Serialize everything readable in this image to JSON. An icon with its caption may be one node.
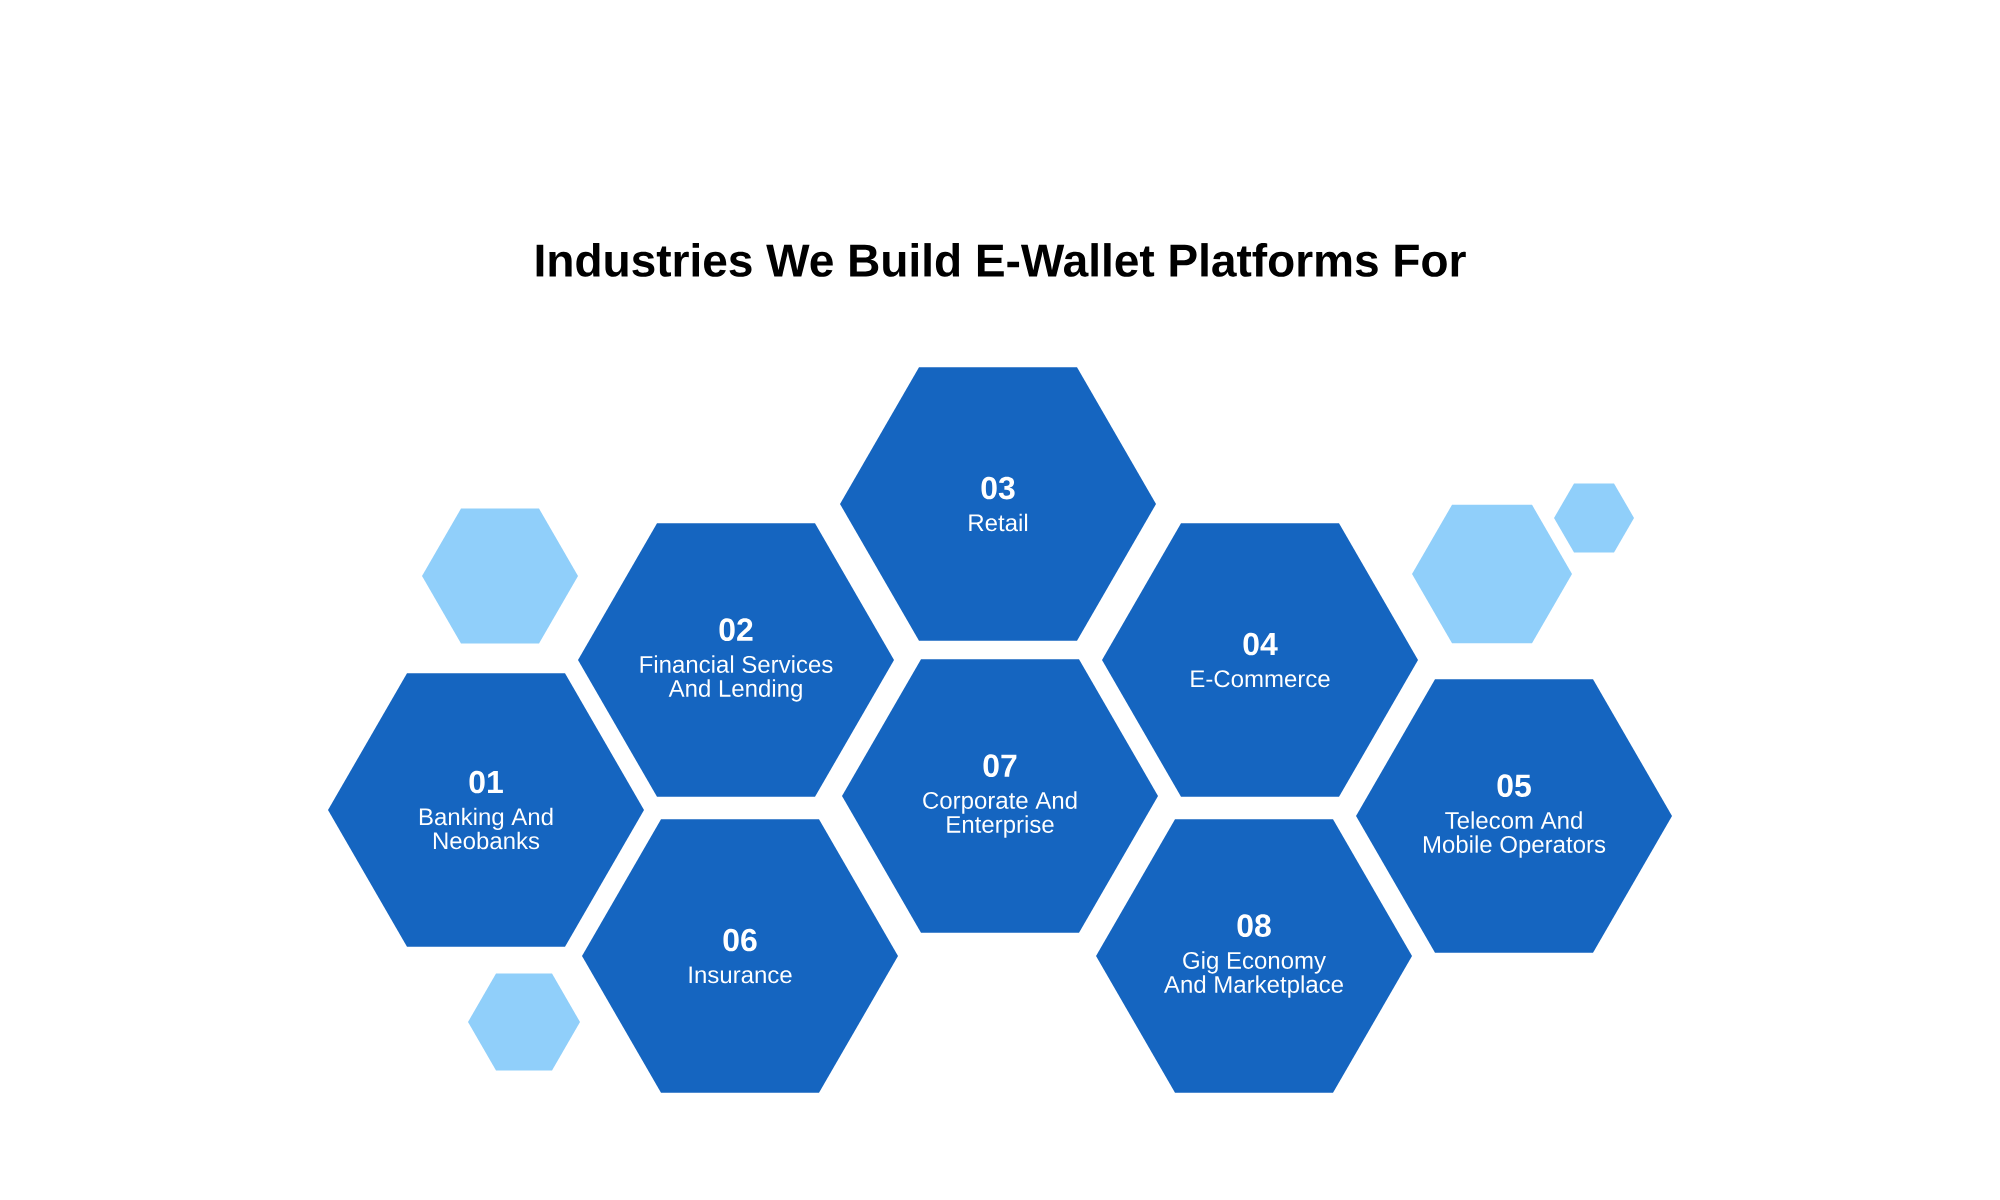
{
  "diagram": {
    "title": "Industries We Build E-Wallet Platforms For",
    "nodes": [
      {
        "text": [
          "01",
          "Banking And Neobanks"
        ]
      },
      {
        "text": [
          "02",
          "Financial Services And Lending"
        ]
      },
      {
        "text": [
          "03",
          "Retail"
        ]
      },
      {
        "text": [
          "04",
          "E-Commerce"
        ]
      },
      {
        "text": [
          "05",
          "Telecom And Mobile Operators"
        ]
      },
      {
        "text": [
          "06",
          "Insurance"
        ]
      },
      {
        "text": [
          "07",
          "Corporate And Enterprise"
        ]
      },
      {
        "text": [
          "08",
          "Gig Economy And Marketplace"
        ]
      },
      {
        "text": [],
        "shape": "hexagon"
      },
      {
        "text": [],
        "shape": "hexagon"
      },
      {
        "text": [],
        "shape": "hexagon"
      },
      {
        "text": [],
        "shape": "hexagon"
      }
    ],
    "edges": []
  }
}
